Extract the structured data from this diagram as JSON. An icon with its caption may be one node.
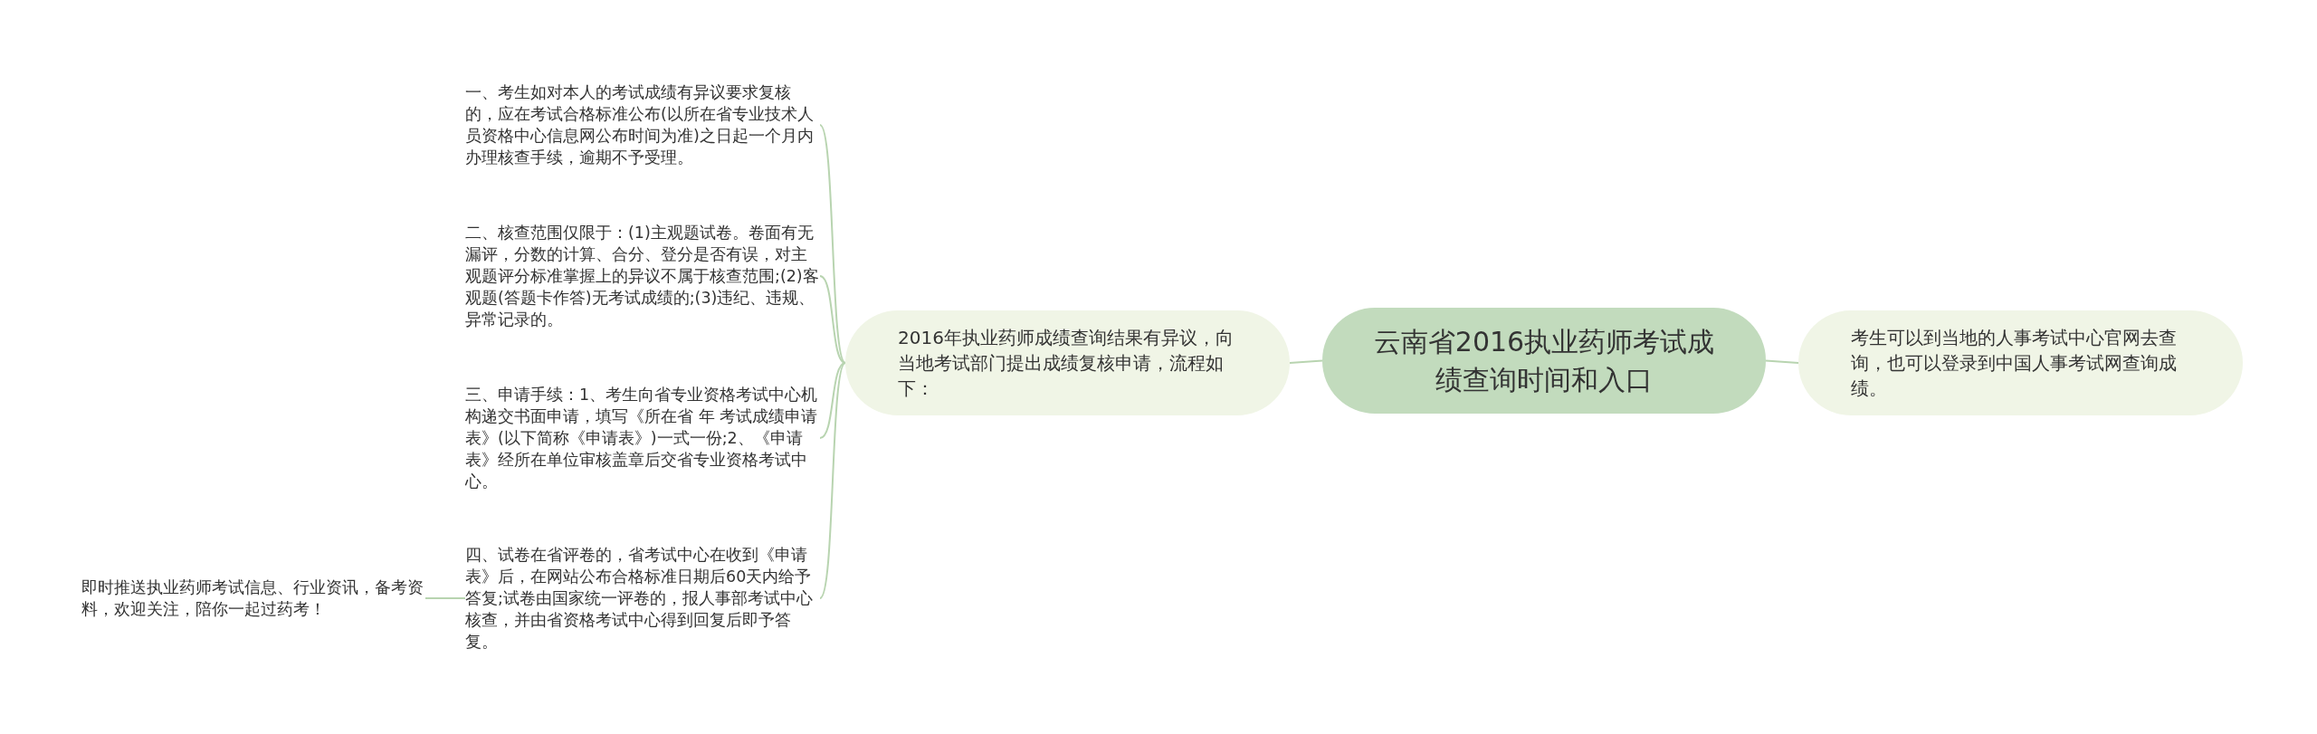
{
  "diagram": {
    "nodes": [
      {
        "text": [
          "云南省2016执业药师考试成绩查询时间和入口"
        ]
      },
      {
        "text": [
          "2016年执业药师成绩查询结果有异议，向当地考试部门提出成绩复核申请，流程如下："
        ]
      },
      {
        "text": [
          "一、考生如对本人的考试成绩有异议要求复核的，应在考试合格标准公布(以所在省专业技术人员资格中心信息网公布时间为准)之日起一个月内办理核查手续，逾期不予受理。"
        ]
      },
      {
        "text": [
          "二、核查范围仅限于：(1)主观题试卷。卷面有无漏评，分数的计算、合分、登分是否有误，对主观题评分标准掌握上的异议不属于核查范围;(2)客观题(答题卡作答)无考试成绩的;(3)违纪、违规、异常记录的。"
        ]
      },
      {
        "text": [
          "三、申请手续：1、考生向省专业资格考试中心机构递交书面申请，填写《所在省 年 考试成绩申请表》(以下简称《申请表》)一式一份;2、《申请表》经所在单位审核盖章后交省专业资格考试中心。"
        ]
      },
      {
        "text": [
          "四、试卷在省评卷的，省考试中心在收到《申请表》后，在网站公布合格标准日期后60天内给予答复;试卷由国家统一评卷的，报人事部考试中心核查，并由省资格考试中心得到回复后即予答复。"
        ]
      },
      {
        "text": [
          "即时推送执业药师考试信息、行业资讯，备考资料，欢迎关注，陪你一起过药考！"
        ]
      },
      {
        "text": [
          "考生可以到当地的人事考试中心官网去查询，也可以登录到中国人事考试网查询成绩。"
        ]
      }
    ],
    "edges": [
      {
        "from": 0,
        "to": 1,
        "arrow": "none"
      },
      {
        "from": 0,
        "to": 7,
        "arrow": "none"
      },
      {
        "from": 1,
        "to": 2,
        "arrow": "none"
      },
      {
        "from": 1,
        "to": 3,
        "arrow": "none"
      },
      {
        "from": 1,
        "to": 4,
        "arrow": "none"
      },
      {
        "from": 1,
        "to": 5,
        "arrow": "none"
      },
      {
        "from": 5,
        "to": 6,
        "arrow": "none"
      }
    ]
  }
}
